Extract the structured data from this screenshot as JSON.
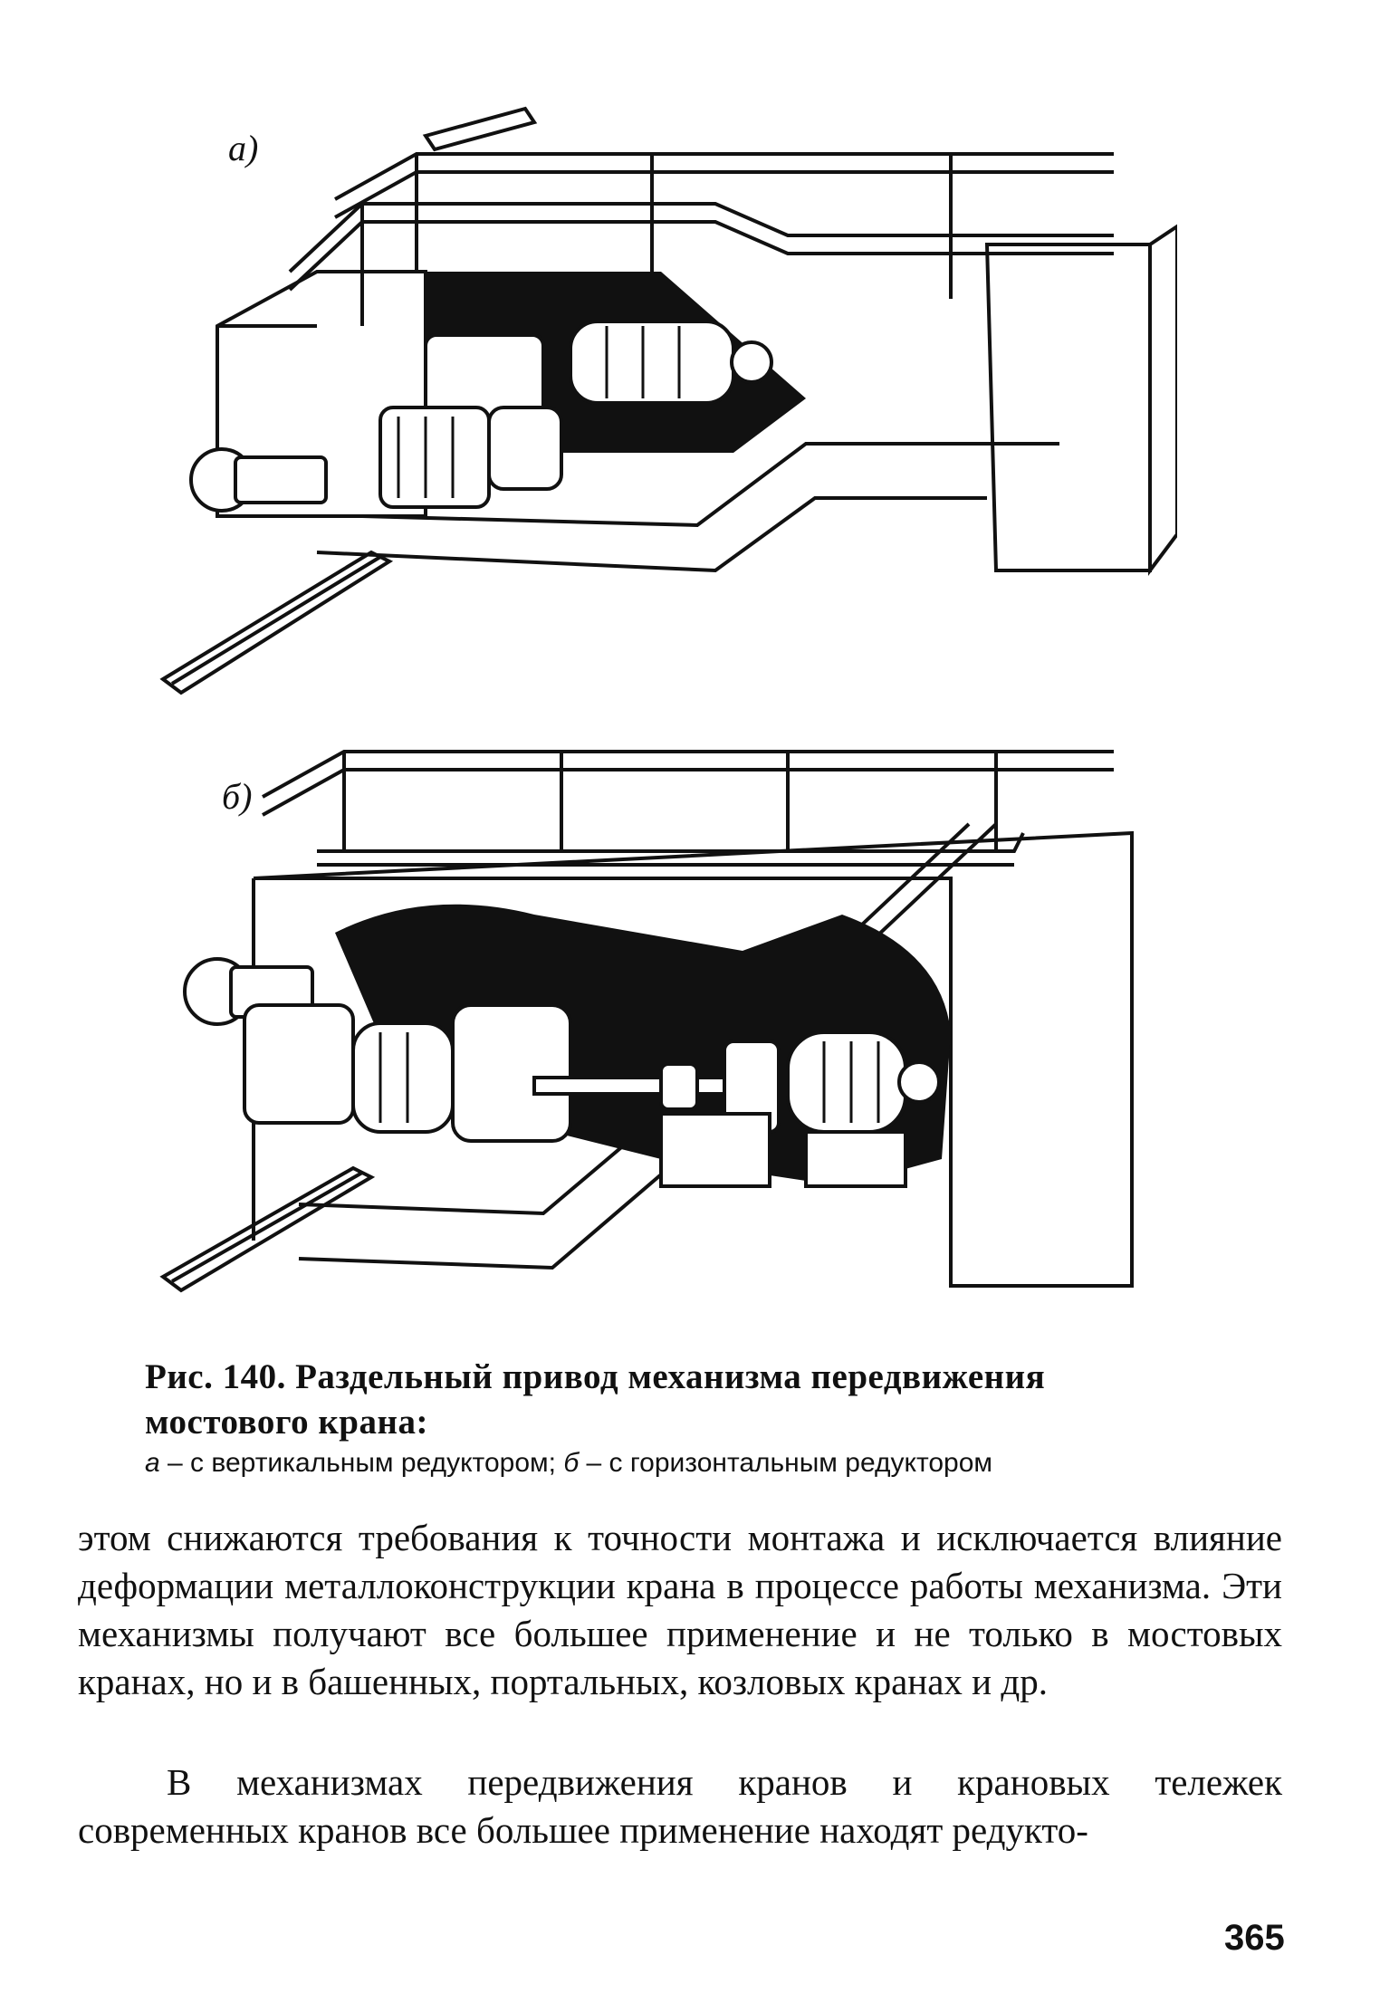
{
  "figure_a": {
    "label": "а)"
  },
  "figure_b": {
    "label": "б)"
  },
  "caption": {
    "title": "Рис. 140.  Раздельный привод механизма передвижения мостового крана:",
    "sub_a_letter": "а",
    "sub_a_text": " – с вертикальным редуктором; ",
    "sub_b_letter": "б",
    "sub_b_text": " – с горизонтальным редуктором"
  },
  "body": {
    "paragraph1": "этом снижаются требования к точности монтажа и исключается влияние деформации металлоконструкции крана в процессе работы механизма.  Эти механизмы получают все большее применение и не только в мостовых кранах, но и в башенных, портальных, козловых кранах и др.",
    "paragraph2": "В механизмах передвижения кранов и крановых тележек современных кранов все большее применение находят редукто-"
  },
  "page_number": "365"
}
